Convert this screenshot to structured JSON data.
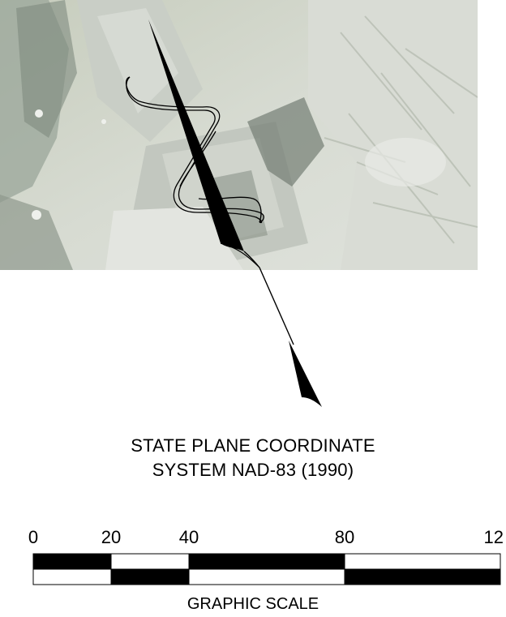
{
  "aerial_photo": {
    "description_icon": "aerial-photo-background"
  },
  "north_arrow": {
    "icon": "north-arrow-icon",
    "color": "#000000"
  },
  "coordinate_system": {
    "line1": "STATE PLANE COORDINATE",
    "line2": "SYSTEM NAD-83 (1990)"
  },
  "graphic_scale": {
    "title": "GRAPHIC SCALE",
    "tick_labels": [
      "0",
      "20",
      "40",
      "80",
      "12"
    ],
    "tick_values": [
      0,
      20,
      40,
      80,
      120
    ],
    "max_value": 120,
    "bar_color": "#000000",
    "fill_color": "#ffffff"
  }
}
